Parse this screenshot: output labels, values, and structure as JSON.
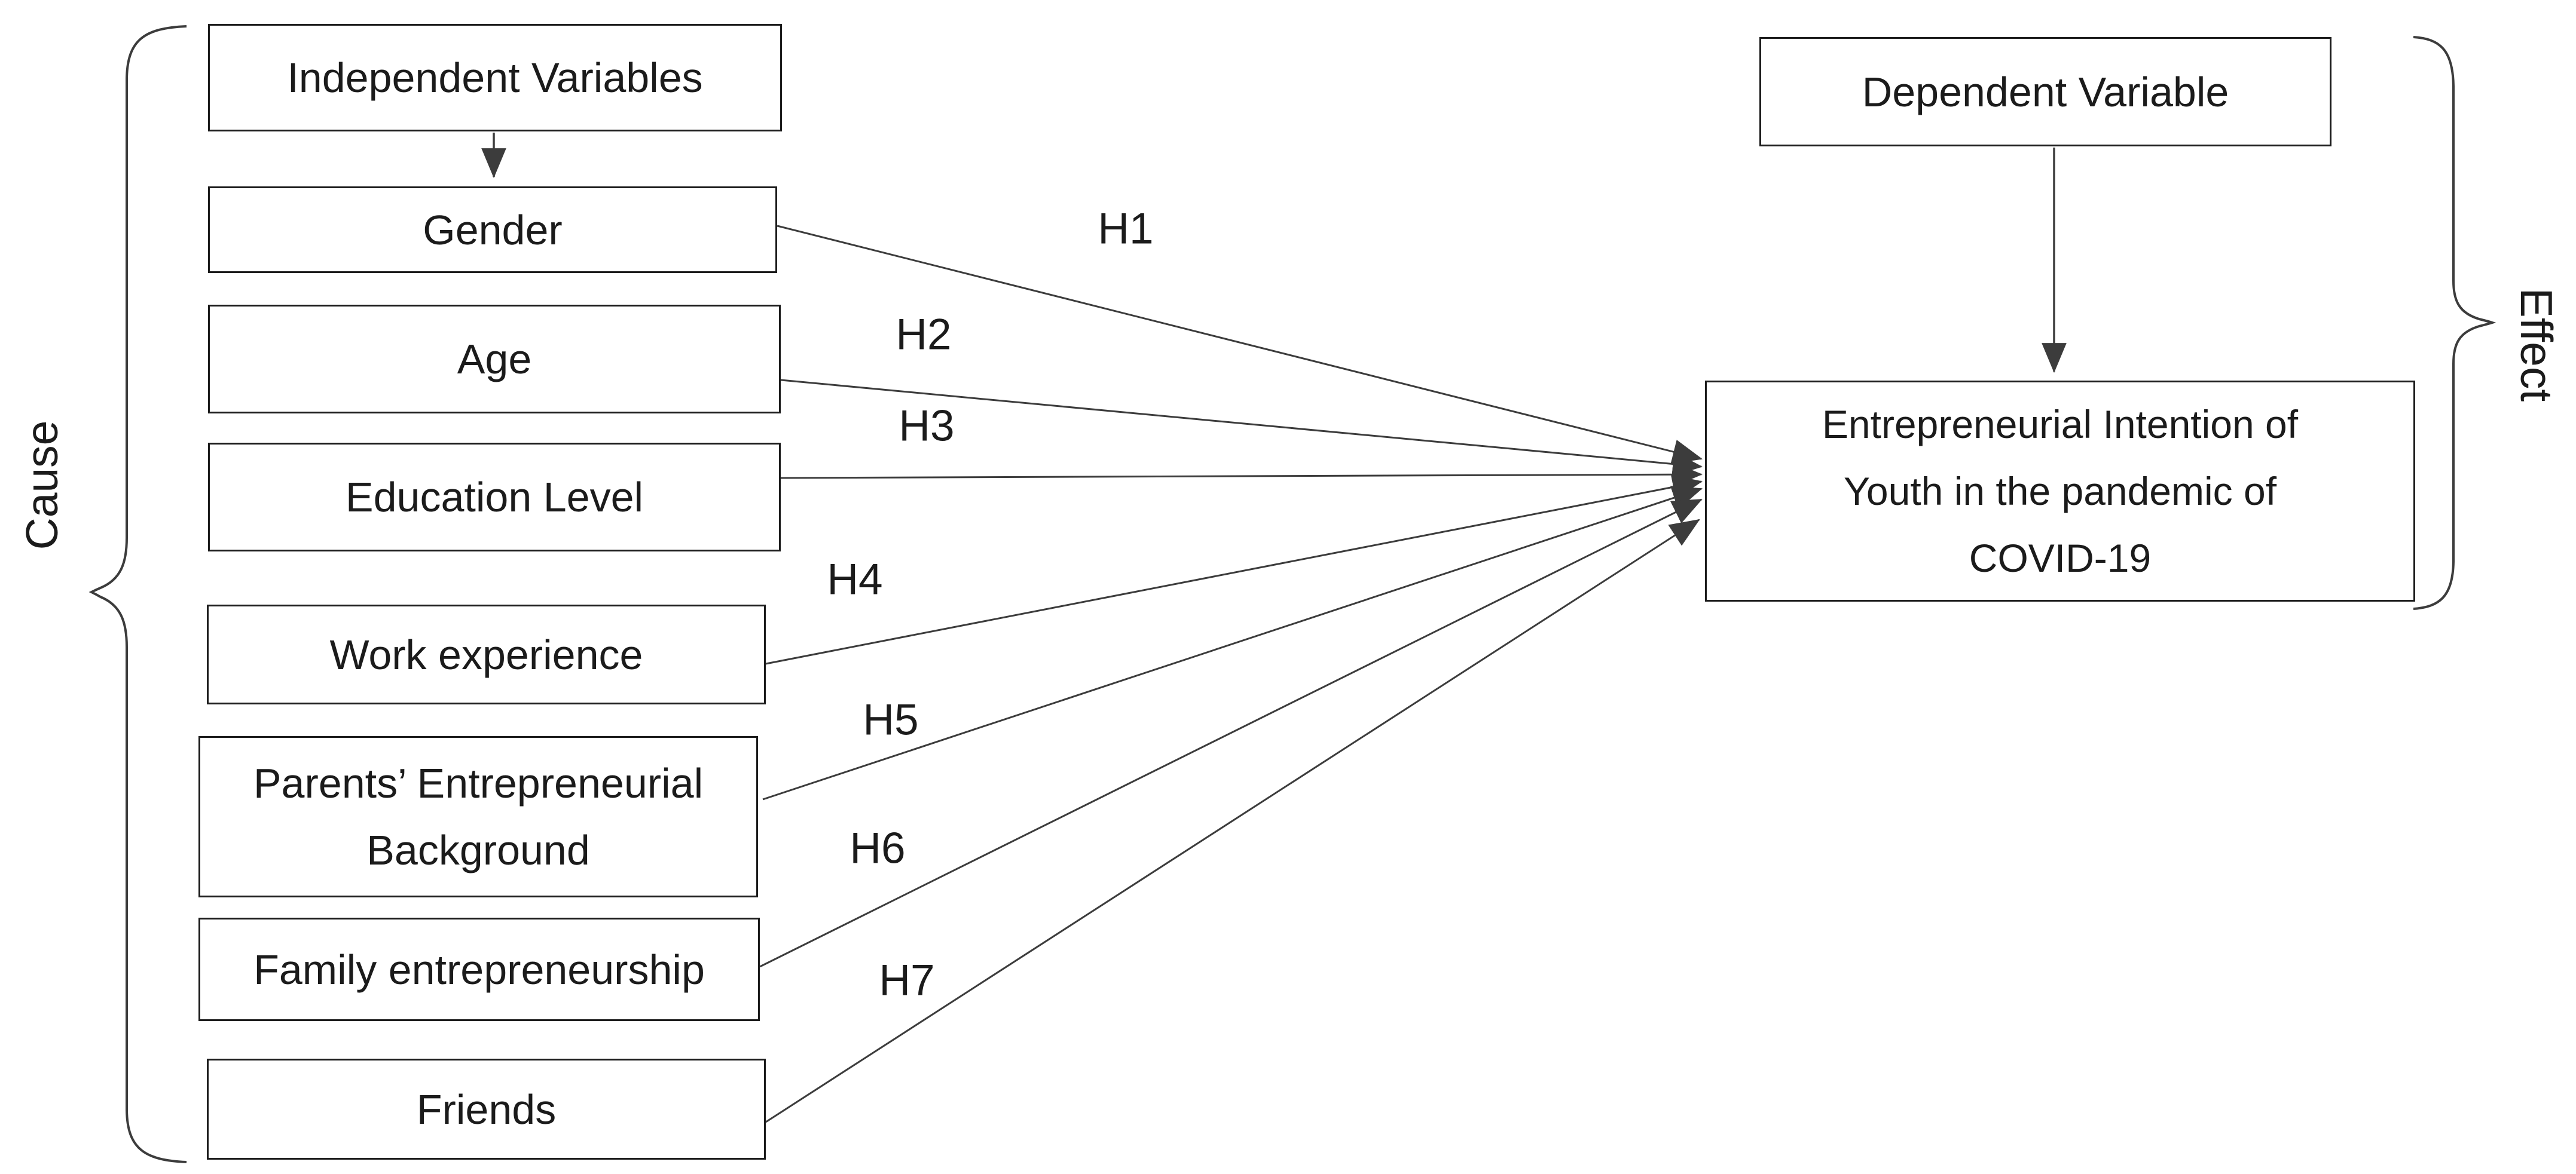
{
  "figure": {
    "cause_label": "Cause",
    "effect_label": "Effect",
    "iv_header": "Independent Variables",
    "dv_header": "Dependent Variable",
    "independent_variables": [
      {
        "name": "Gender",
        "hypothesis": "H1"
      },
      {
        "name": "Age",
        "hypothesis": "H2"
      },
      {
        "name": "Education Level",
        "hypothesis": "H3"
      },
      {
        "name": "Work experience",
        "hypothesis": "H4"
      },
      {
        "name": "Parents’ Entrepreneurial Background",
        "hypothesis": "H5"
      },
      {
        "name": "Family entrepreneurship",
        "hypothesis": "H6"
      },
      {
        "name": "Friends",
        "hypothesis": "H7"
      }
    ],
    "outcome": {
      "lines": [
        "Entrepreneurial Intention of",
        "Youth in the pandemic of",
        "COVID-19"
      ]
    },
    "colors": {
      "background": "#ffffff",
      "text": "#1b1b1b",
      "border": "#1c1c1c",
      "line": "#3c3c3c"
    }
  }
}
